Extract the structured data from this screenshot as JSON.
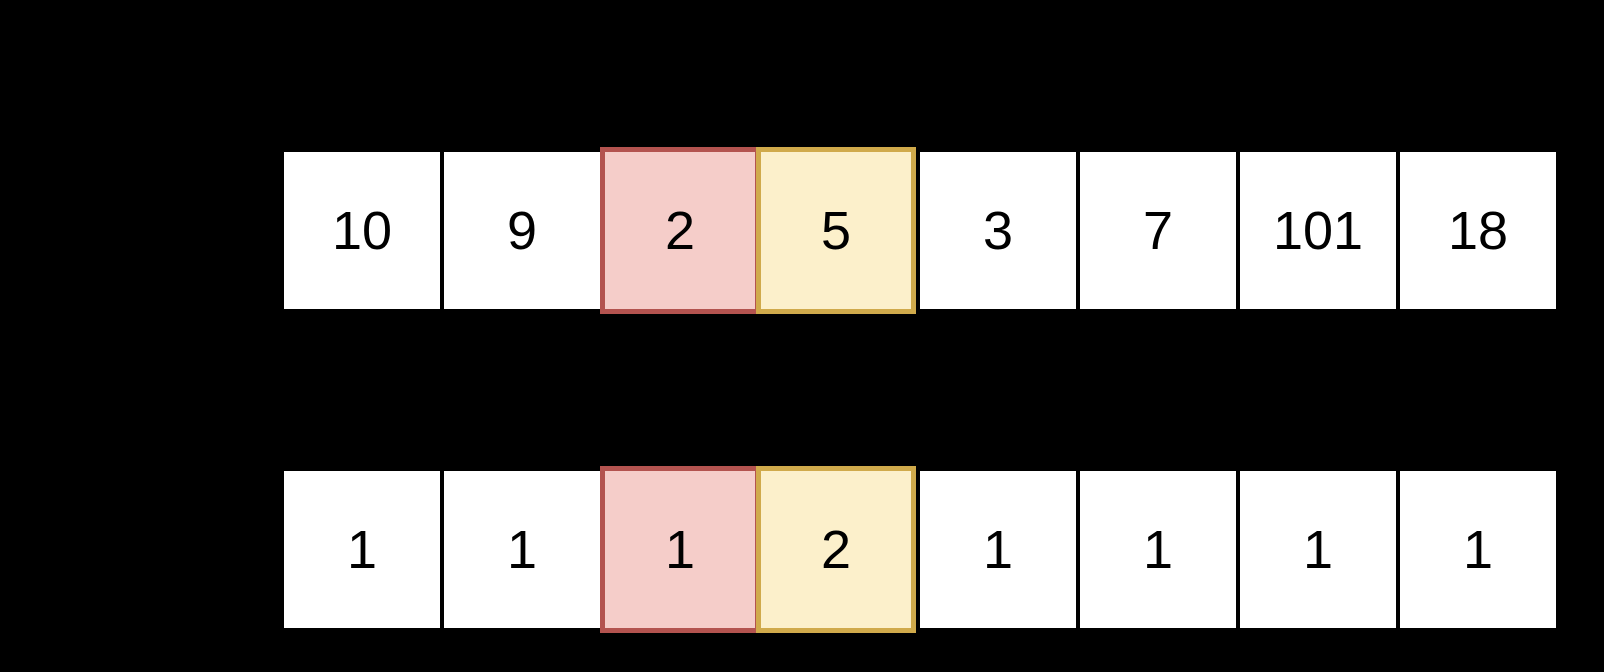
{
  "background": "#000000",
  "palette": {
    "cell_fill": "#ffffff",
    "text_color": "#000000",
    "red_fill": "#f5cdc9",
    "red_border": "#b3534f",
    "yellow_fill": "#fcf0cb",
    "yellow_border": "#d0aa4b"
  },
  "arrays": {
    "top": {
      "values": [
        "10",
        "9",
        "2",
        "5",
        "3",
        "7",
        "101",
        "18"
      ],
      "highlights": [
        null,
        null,
        "red",
        "yellow",
        null,
        null,
        null,
        null
      ]
    },
    "bottom": {
      "values": [
        "1",
        "1",
        "1",
        "2",
        "1",
        "1",
        "1",
        "1"
      ],
      "highlights": [
        null,
        null,
        "red",
        "yellow",
        null,
        null,
        null,
        null
      ]
    }
  }
}
